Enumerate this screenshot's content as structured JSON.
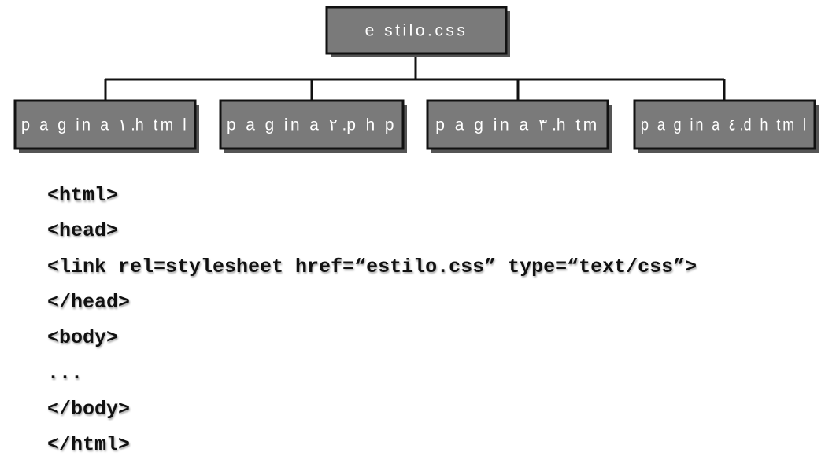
{
  "diagram": {
    "root": {
      "label": "e stilo.css"
    },
    "children": [
      {
        "label": "p a g in a ١ .h tm l"
      },
      {
        "label": "p a g in a ٢ .p h p"
      },
      {
        "label": "p a g in a ٣ .h tm"
      },
      {
        "label": "p a g in a ٤ .d h tm l"
      }
    ]
  },
  "code": {
    "lines": [
      "<html>",
      "<head>",
      "<link rel=stylesheet href=“estilo.css” type=“text/css”>",
      "</head>",
      "<body>",
      "...",
      "</body>",
      "</html>"
    ]
  },
  "colors": {
    "node_fill": "#7a7a7a",
    "node_border": "#111111",
    "node_text": "#ffffff",
    "connector": "#111111",
    "code_text": "#111111"
  }
}
